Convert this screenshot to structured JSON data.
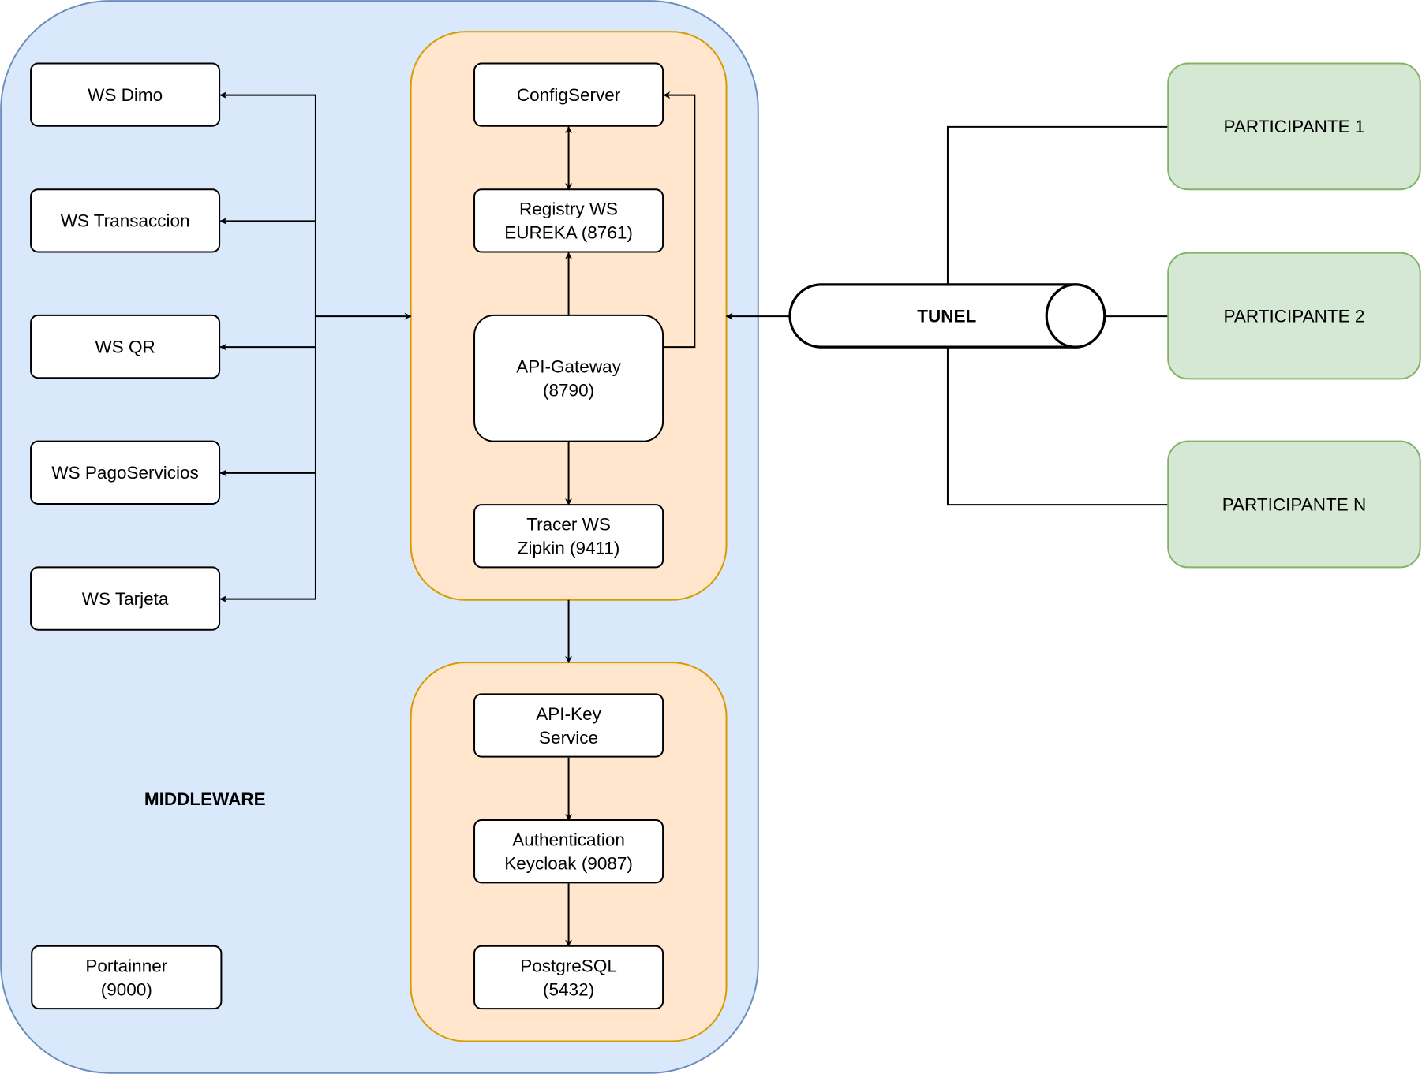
{
  "middleware": {
    "label": "MIDDLEWARE",
    "colors": {
      "fill": "#dae8fc",
      "stroke": "#6c8ebf"
    }
  },
  "gateway_group": {
    "colors": {
      "fill": "#ffe6cc",
      "stroke": "#d79b00"
    }
  },
  "security_group": {
    "colors": {
      "fill": "#ffe6cc",
      "stroke": "#d79b00"
    }
  },
  "services": [
    {
      "id": "ws-dimo",
      "lines": [
        "WS Dimo"
      ]
    },
    {
      "id": "ws-transaccion",
      "lines": [
        "WS Transaccion"
      ]
    },
    {
      "id": "ws-qr",
      "lines": [
        "WS QR"
      ]
    },
    {
      "id": "ws-pagoservicios",
      "lines": [
        "WS PagoServicios"
      ]
    },
    {
      "id": "ws-tarjeta",
      "lines": [
        "WS Tarjeta"
      ]
    }
  ],
  "portainner": {
    "lines": [
      "Portainner",
      "(9000)"
    ]
  },
  "core": {
    "config_server": {
      "lines": [
        "ConfigServer"
      ]
    },
    "registry": {
      "lines": [
        "Registry WS",
        "EUREKA (8761)"
      ]
    },
    "api_gateway": {
      "lines": [
        "API-Gateway",
        "(8790)"
      ]
    },
    "tracer": {
      "lines": [
        "Tracer WS",
        "Zipkin (9411)"
      ]
    }
  },
  "security": {
    "api_key": {
      "lines": [
        "API-Key",
        "Service"
      ]
    },
    "auth": {
      "lines": [
        "Authentication",
        "Keycloak (9087)"
      ]
    },
    "postgres": {
      "lines": [
        "PostgreSQL",
        "(5432)"
      ]
    }
  },
  "tunnel": {
    "label": "TUNEL"
  },
  "participants": {
    "colors": {
      "fill": "#d5e8d4",
      "stroke": "#82b366"
    },
    "items": [
      {
        "id": "participante-1",
        "label": "PARTICIPANTE 1"
      },
      {
        "id": "participante-2",
        "label": "PARTICIPANTE 2"
      },
      {
        "id": "participante-n",
        "label": "PARTICIPANTE N"
      }
    ]
  }
}
